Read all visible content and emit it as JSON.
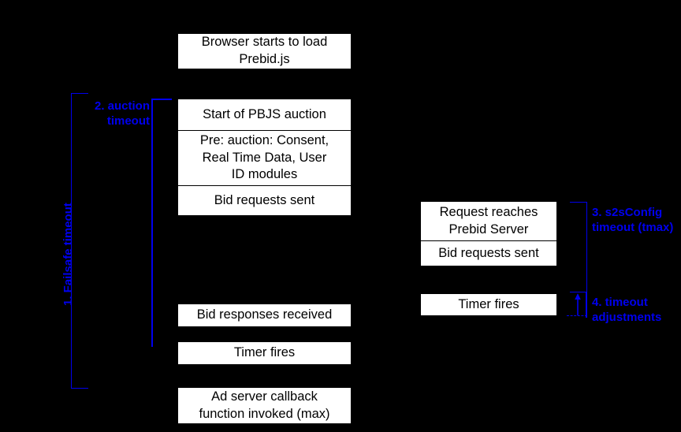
{
  "diagram": {
    "title": "Prebid timeout sequence diagram",
    "colors": {
      "background": "#000000",
      "box_fill": "#ffffff",
      "box_text": "#000000",
      "annotation": "#0000ee"
    },
    "client_column": {
      "top_box": {
        "label": "Browser starts to load\nPrebid.js"
      },
      "stacked_boxes": [
        {
          "label": "Start of PBJS auction"
        },
        {
          "label": "Pre: auction: Consent,\nReal Time Data, User\nID modules"
        },
        {
          "label": "Bid requests sent"
        }
      ],
      "lower_boxes": [
        {
          "label": "Bid responses received"
        },
        {
          "label": "Timer fires"
        },
        {
          "label": "Ad server callback\nfunction invoked (max)"
        }
      ]
    },
    "server_column": {
      "stacked_boxes": [
        {
          "label": "Request reaches\nPrebid Server"
        },
        {
          "label": "Bid requests sent"
        }
      ],
      "lower_boxes": [
        {
          "label": "Timer fires"
        }
      ]
    },
    "annotations": [
      {
        "id": "failsafe-timeout",
        "label": "1. Failsafe timeout",
        "orientation": "vertical"
      },
      {
        "id": "auction-timeout",
        "label": "2. auction\ntimeout",
        "orientation": "horizontal"
      },
      {
        "id": "s2sconfig-timeout",
        "label": "3. s2sConfig\ntimeout (tmax)",
        "orientation": "horizontal"
      },
      {
        "id": "timeout-adjustments",
        "label": "4. timeout\nadjustments",
        "orientation": "horizontal"
      }
    ]
  }
}
